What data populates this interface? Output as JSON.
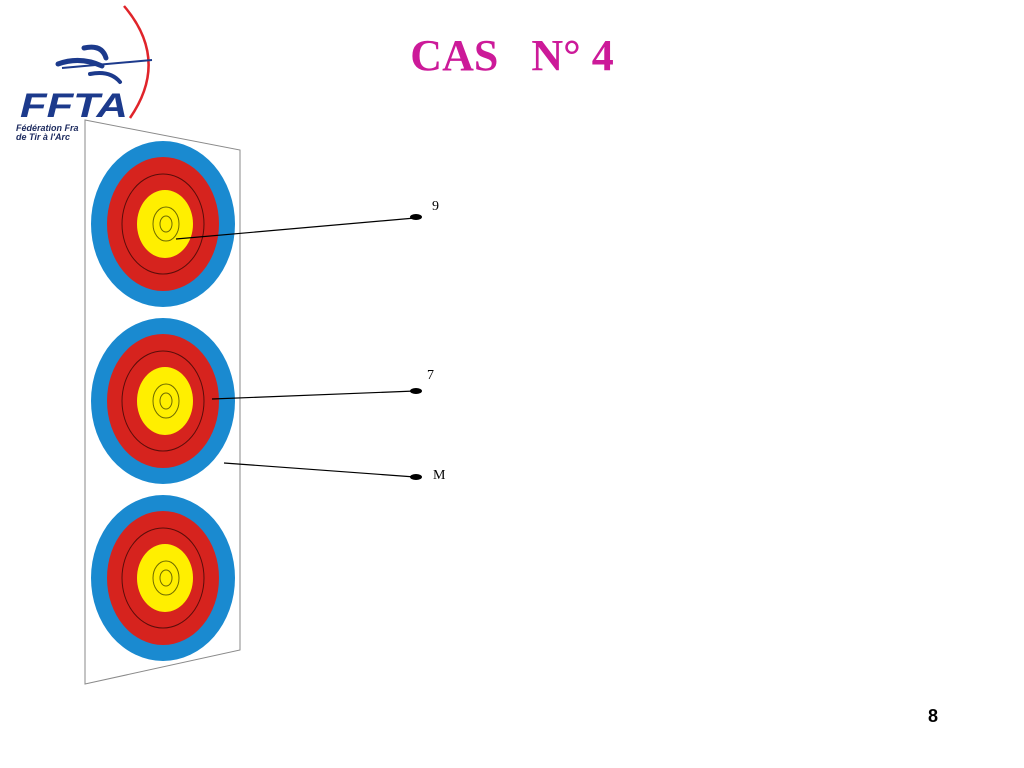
{
  "slide": {
    "title": "CAS   N° 4",
    "page_number": "8"
  },
  "logo": {
    "wordmark": "FFTA",
    "caption_line1": "Fédération Fra",
    "caption_line2": "de Tir à l'Arc",
    "colors": {
      "navy": "#1c3a8c",
      "red": "#e0242a"
    }
  },
  "target_face": {
    "type": "trispot",
    "ring_colors": {
      "blue": "#1a8ad0",
      "red": "#d6231e",
      "gold": "#ffef00",
      "paper": "#ffffff"
    },
    "arrows": [
      {
        "label": "9",
        "spot": "top"
      },
      {
        "label": "7",
        "spot": "middle"
      },
      {
        "label": "M",
        "spot": "miss"
      }
    ]
  }
}
